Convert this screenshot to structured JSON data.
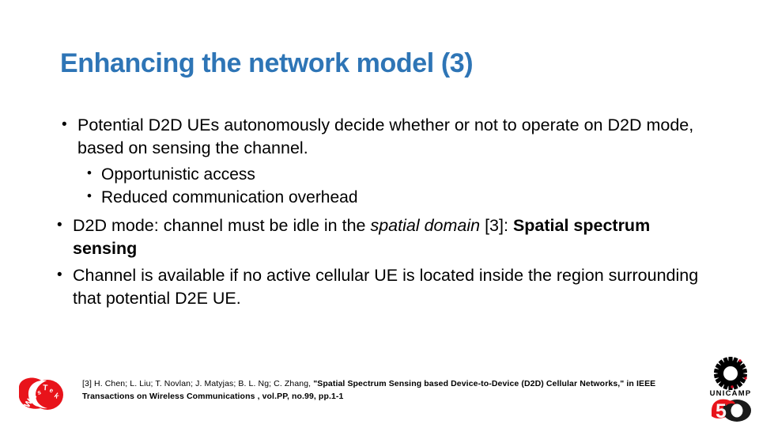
{
  "slide": {
    "title": "Enhancing the network model (3)",
    "title_color": "#2E75B6",
    "background_color": "#FFFFFF"
  },
  "bullets": [
    {
      "level": 1,
      "marker": "•",
      "text": "Potential D2D UEs autonomously decide whether or not to operate on D2D mode, based on sensing the channel."
    },
    {
      "level": 2,
      "marker": "•",
      "text": "Opportunistic access"
    },
    {
      "level": 2,
      "marker": "•",
      "text": "Reduced communication overhead"
    },
    {
      "level": 1,
      "marker": "•",
      "text": "D2D mode: channel must be idle in the spatial domain [3]: Spatial spectrum sensing",
      "runs": [
        {
          "text": "D2D mode: channel must be idle in the ",
          "style": "normal"
        },
        {
          "text": "spatial domain",
          "style": "italic"
        },
        {
          "text": " [3]: ",
          "style": "normal"
        },
        {
          "text": "Spatial spectrum sensing",
          "style": "bold"
        }
      ]
    },
    {
      "level": 1,
      "marker": "•",
      "text": "Channel is available if no active cellular UE is located inside the region surrounding that potential D2E UE."
    }
  ],
  "footnote": {
    "ref": "[3]",
    "authors": "H. Chen; L. Liu; T. Novlan; J. Matyjas; B. L. Ng; C. Zhang,",
    "title_quoted": "\"Spatial Spectrum Sensing based Device-to-Device (D2D) Cellular Networks,\"",
    "venue_prefix": "in",
    "venue": "IEEE Transactions on Wireless Communications",
    "volume_info": ", vol.PP, no.99, pp.1-1",
    "full_text": "[3] H. Chen; L. Liu; T. Novlan; J. Matyjas; B. L. Ng; C. Zhang, \"Spatial Spectrum Sensing based Device-to-Device (D2D) Cellular Networks,\" in IEEE Transactions on Wireless Communications , vol.PP, no.99, pp.1-1"
  },
  "logos": {
    "left": {
      "name": "WissTek",
      "letters": [
        "W",
        "i",
        "s",
        "s",
        "T",
        "e",
        "k"
      ],
      "color": "#E8131A"
    },
    "right_top": {
      "name": "UNICAMP",
      "label": "UNICAMP",
      "color": "#000000",
      "accent_color": "#D0021B"
    },
    "right_bottom": {
      "name": "50",
      "label": "50",
      "digit_five_color": "#E8131A",
      "digit_zero_color": "#1A1A1A"
    }
  }
}
